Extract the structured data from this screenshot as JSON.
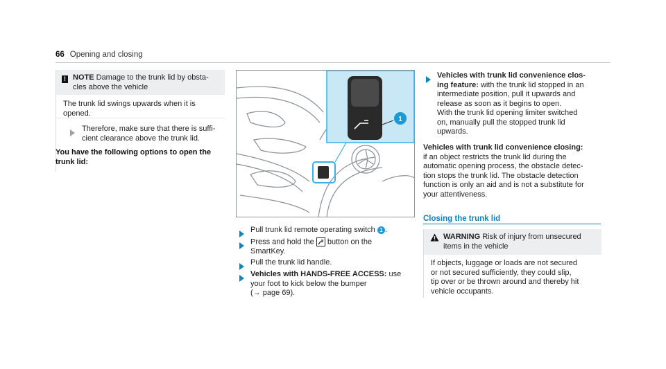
{
  "page": {
    "number": "66",
    "section": "Opening and closing"
  },
  "note": {
    "title": "NOTE",
    "header_text_1": "Damage to the trunk lid by obsta-",
    "header_text_2": "cles above the vehicle",
    "body_1": "The trunk lid swings upwards when it is",
    "body_2": "opened.",
    "step_1": "Therefore, make sure that there is suffi-",
    "step_2": "cient clearance above the trunk lid."
  },
  "options_heading_1": "You have the following options to open the",
  "options_heading_2": "trunk lid:",
  "figure": {
    "callout": "1"
  },
  "middle_steps": {
    "s1_text": "Pull trunk lid remote operating switch",
    "s1_badge": "1",
    "s1_end": ".",
    "s2_a": "Press and hold the",
    "s2_b": "button on the",
    "s2_c": "SmartKey.",
    "s3": "Pull the trunk lid handle.",
    "s4_bold": "Vehicles with HANDS-FREE ACCESS:",
    "s4_a": "use",
    "s4_b": "your foot to kick below the bumper",
    "s4_c": "(→ page 69)."
  },
  "right_col": {
    "conv_open_bold_1": "Vehicles with trunk lid convenience clos-",
    "conv_open_bold_2": "ing feature:",
    "conv_open_2": "with the trunk lid stopped in an",
    "conv_open_3": "intermediate position, pull it upwards and",
    "conv_open_4": "release as soon as it begins to open.",
    "conv_open_5": "With the trunk lid opening limiter switched",
    "conv_open_6": "on, manually pull the stopped trunk lid",
    "conv_open_7": "upwards.",
    "conv_close_bold": "Vehicles with trunk lid convenience closing:",
    "conv_close_1": "if an object restricts the trunk lid during the",
    "conv_close_2": "automatic opening process, the obstacle detec-",
    "conv_close_3": "tion stops the trunk lid. The obstacle detection",
    "conv_close_4": "function is only an aid and is not a substitute for",
    "conv_close_5": "your attentiveness."
  },
  "closing": {
    "title": "Closing the trunk lid",
    "warning_title": "WARNING",
    "warning_head_1": "Risk of injury from unsecured",
    "warning_head_2": "items in the vehicle",
    "warning_body_1": "If objects, luggage or loads are not secured",
    "warning_body_2": "or not secured sufficiently, they could slip,",
    "warning_body_3": "tip over or be thrown around and thereby hit",
    "warning_body_4": "vehicle occupants."
  },
  "colors": {
    "accent": "#0a85c2",
    "panel": "#eceef0",
    "callout": "#1a9ad6",
    "highlight_box": "#c8e8f5"
  },
  "icons": {
    "note": "exclamation-square-icon",
    "step": "triangle-bullet-icon",
    "warning": "warning-triangle-icon",
    "key": "trunk-key-icon"
  }
}
